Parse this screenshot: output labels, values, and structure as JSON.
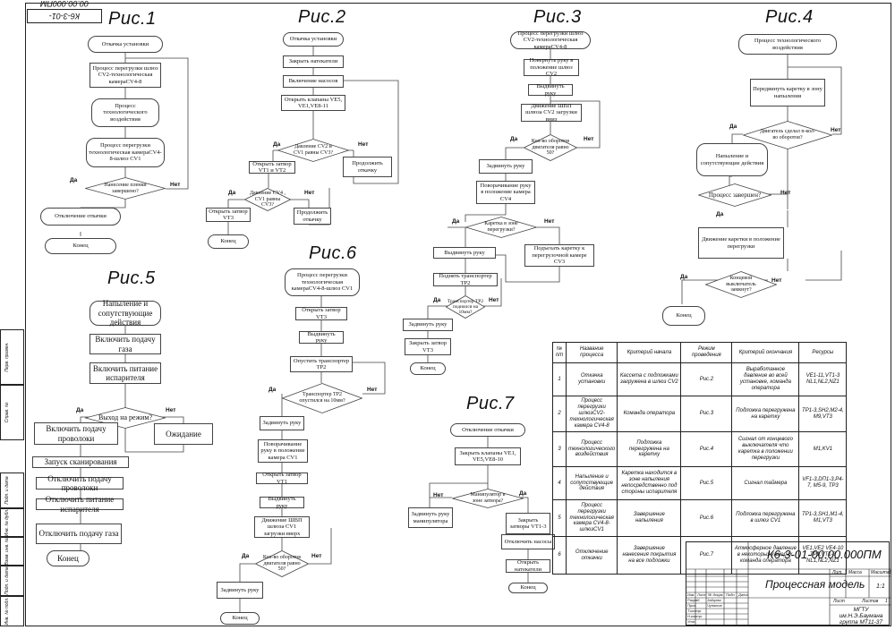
{
  "stamp": "К6-3-01-00.00.000ПМ",
  "figures": {
    "f1": "Рис.1",
    "f2": "Рис.2",
    "f3": "Рис.3",
    "f4": "Рис.4",
    "f5": "Рис.5",
    "f6": "Рис.6",
    "f7": "Рис.7"
  },
  "yes": "Да",
  "no": "Нет",
  "fig1": {
    "n1": "Откачка установки",
    "n2": "Процесс перегрузки шлюз CV2-технологическая камераCV4-8",
    "n3": "Процесс технологического воздействия",
    "n4": "Процесс перегрузки технологическая камераCV4-8-шлюз CV1",
    "d1": "Нанесение пленки завершено?",
    "n5": "Отключение откачки",
    "n6": "Конец"
  },
  "fig2": {
    "n1": "Откачка установки",
    "n2": "Закрыть натекатели",
    "n3": "Включение насосов",
    "n4": "Открыть клапаны VE5, VE1,VE8-11",
    "d1": "Давление CV2 и CV1 равны CV3?",
    "n5": "Открыть затвор VT1 и VT2",
    "n6": "Продолжить откачку",
    "d2": "Давление CV4 , CV1 равны CV3?",
    "n7": "Открыть затвор VT3",
    "n8": "Продолжить откачку",
    "n9": "Конец"
  },
  "fig3": {
    "n1": "Процесс перегрузки шлюз CV2-технологическая камераCV4-8",
    "n2": "Повернуть руку в положение шлюз CV2",
    "n3": "Выдвинуть руку",
    "n4": "Движение ШВП шлюза CV2 загрузки вниз",
    "d1": "Кол-во оборотов двигателя равно 50?",
    "n5": "Задвинуть руку",
    "n6": "Поворачивание руку в положение камера CV4",
    "d2": "Каретка в зоне перегрузки?",
    "n7": "Выдвинуть руку",
    "n8": "Подъехать каретку к перегрузочной камере CV3",
    "n9": "Поднять транспортер TP2",
    "d3": "Транспортер TP2 поднялся на 10мм?",
    "n10": "Задвинуть руку",
    "n11": "Закрыть затвор VT3",
    "n12": "Конец"
  },
  "fig4": {
    "n1": "Процесс технологического воздействия",
    "n2": "Передвинуть каретку в зону напыления",
    "d1": "Двигатель сделал n-кол-во оборотов?",
    "n3": "Напыление и сопутствующие действия",
    "d2": "Процесс завершен?",
    "n4": "Движение каретки в положение перегрузки",
    "d3": "Концевой выключатель замкнут?",
    "n5": "Конец"
  },
  "fig5": {
    "n1": "Напыление и сопутствующие действия",
    "n2": "Включить подачу газа",
    "n3": "Включить питание испарителя",
    "d1": "Выход на режим?",
    "n4": "Включить подачу проволоки",
    "n5": "Ожидание",
    "n6": "Запуск сканирования",
    "n7": "Отключить подачу проволоки",
    "n8": "Отключить питание испарителя",
    "n9": "Отключить подачу газа",
    "n10": "Конец"
  },
  "fig6": {
    "n1": "Процесс перегрузки технологическая камераCV4-8-шлюз CV1",
    "n2": "Открыть затвор VT3",
    "n3": "Выдвинуть руку",
    "n4": "Опустить транспортер TP2",
    "d1": "Транспортер TP2 опустился на 10мм?",
    "n5": "Задвинуть руку",
    "n6": "Поворачивание руку в положение камера CV1",
    "n7": "Открыть затвор VT1",
    "n8": "Выдвинуть руку",
    "n9": "Движение ШВП шлюза CV1 загрузки вверх",
    "d2": "Кол-во оборотов двигателя равно 50?",
    "n10": "Задвинуть руку",
    "n11": "Конец"
  },
  "fig7": {
    "n1": "Отключение откачки",
    "n2": "Закрыть клапаны VE1, VE5,VE8-10",
    "d1": "Манипулятор в зоне затвора?",
    "n3": "Задвинуть руку манипулятора",
    "n4": "Закрыть затворы VT1-3",
    "n5": "Отключить насосы",
    "n6": "Открыть натекатели",
    "n7": "Конец"
  },
  "table": {
    "headers": [
      "№ п/п",
      "Название процесса",
      "Критерий начала",
      "Режим проведения",
      "Критерий окончания",
      "Ресурсы"
    ],
    "rows": [
      [
        "1",
        "Откачка установки",
        "Кассета с подложками загружена в шлюз CV2",
        "Рис.2",
        "Выработанное давление во всей установке, команда оператора",
        "VE1-11,VT1-3 NL1,NL2,NZ1"
      ],
      [
        "2",
        "Процесс перегрузки шлюзCV2-технологическая камера CV4-8",
        "Команда оператора",
        "Рис.3",
        "Подложка перегружена на каретку",
        "TP1-3,SH2,M2-4, M9,VT3"
      ],
      [
        "3",
        "Процесс технологического воздействия",
        "Подложка перегружена на каретку",
        "Рис.4",
        "Сигнал от концевого выключателя что каретка в положении перегрузки",
        "M1,KV1"
      ],
      [
        "4",
        "Напыление и сопутствующие действия",
        "Каретка находится в зоне напыления непосредственно под стороны испарителя",
        "Рис.5",
        "Сигнал таймера",
        "VF1-3,DП1-3,P4-7, M5-9, TP3"
      ],
      [
        "5",
        "Процесс перегрузки технологическая камера CV4-8-шлюзCV1",
        "Завершение напыления",
        "Рис.6",
        "Подложка перегружена в шлюз CV1",
        "TP1-3,SH1,M1-4, M1,VT3"
      ],
      [
        "6",
        "Отключение откачки",
        "Завершение нанесения покрытия на все подложки",
        "Рис.7",
        "Атмосферное давление в некоторых камерах, команда оператора",
        "VE1,VE2 VE4-10 TP1,VT1-3 NL1,NL2,NZ1"
      ]
    ]
  },
  "title_block": {
    "code": "К6-3-01-00.00.000ПМ",
    "title": "Процессная модель",
    "lit_label": "Лит.",
    "mass_label": "Масса",
    "scale_label": "Масштаб",
    "scale": "1:1",
    "sheet_label": "Лист",
    "sheets_label": "Листов",
    "sheets": "1",
    "org": "МГТУ им.Н.Э.Баумана группа МТ11-37",
    "roles": [
      "Изм.",
      "Лист",
      "№ докум.",
      "Подп.",
      "Дата",
      "Разраб.",
      "Пров.",
      "Т.контр.",
      "Н.контр.",
      "Утв."
    ],
    "developer": "Зайцева",
    "checker": "Чупятов"
  },
  "side_labels": [
    "Инв. № подл.",
    "Подп. и дата",
    "Взам. инв. №",
    "Инв. № дубл.",
    "Подп. и дата",
    "Справ. №",
    "Перв. примен."
  ]
}
